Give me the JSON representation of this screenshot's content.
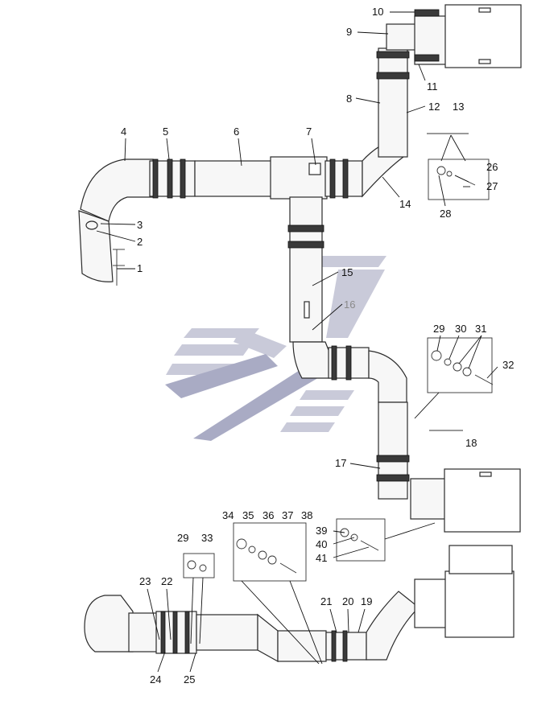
{
  "labels": [
    {
      "id": "1",
      "text": "1"
    },
    {
      "id": "2",
      "text": "2"
    },
    {
      "id": "3",
      "text": "3"
    },
    {
      "id": "4",
      "text": "4"
    },
    {
      "id": "5",
      "text": "5"
    },
    {
      "id": "6",
      "text": "6"
    },
    {
      "id": "7",
      "text": "7"
    },
    {
      "id": "8",
      "text": "8"
    },
    {
      "id": "9",
      "text": "9"
    },
    {
      "id": "10",
      "text": "10"
    },
    {
      "id": "11",
      "text": "11"
    },
    {
      "id": "12",
      "text": "12"
    },
    {
      "id": "13",
      "text": "13"
    },
    {
      "id": "14",
      "text": "14"
    },
    {
      "id": "15",
      "text": "15"
    },
    {
      "id": "16",
      "text": "16"
    },
    {
      "id": "17",
      "text": "17"
    },
    {
      "id": "18",
      "text": "18"
    },
    {
      "id": "19",
      "text": "19"
    },
    {
      "id": "20",
      "text": "20"
    },
    {
      "id": "21",
      "text": "21"
    },
    {
      "id": "22",
      "text": "22"
    },
    {
      "id": "23",
      "text": "23"
    },
    {
      "id": "24",
      "text": "24"
    },
    {
      "id": "25",
      "text": "25"
    },
    {
      "id": "26",
      "text": "26"
    },
    {
      "id": "27",
      "text": "27"
    },
    {
      "id": "28",
      "text": "28"
    },
    {
      "id": "29a",
      "text": "29"
    },
    {
      "id": "30",
      "text": "30"
    },
    {
      "id": "31",
      "text": "31"
    },
    {
      "id": "32",
      "text": "32"
    },
    {
      "id": "29b",
      "text": "29"
    },
    {
      "id": "33",
      "text": "33"
    },
    {
      "id": "34",
      "text": "34"
    },
    {
      "id": "35",
      "text": "35"
    },
    {
      "id": "36",
      "text": "36"
    },
    {
      "id": "37",
      "text": "37"
    },
    {
      "id": "38",
      "text": "38"
    },
    {
      "id": "39",
      "text": "39"
    },
    {
      "id": "40",
      "text": "40"
    },
    {
      "id": "41",
      "text": "41"
    }
  ],
  "colors": {
    "line": "#2b2b2b",
    "watermark": "#c9cad9"
  }
}
